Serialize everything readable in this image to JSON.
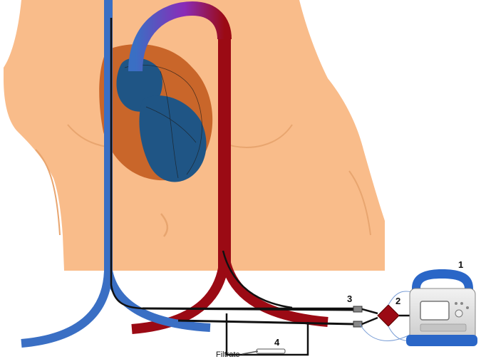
{
  "labels": {
    "machine": "1",
    "oxygenator": "2",
    "pump_connector": "3",
    "filter": "4",
    "filtrate": "Filtrate"
  },
  "colors": {
    "skin": "#F9BC8A",
    "skin_outline": "#E8A56F",
    "venous": "#3A6FC4",
    "arterial": "#9B0A14",
    "aortic_arch_blend": "#8A2BB8",
    "heart": "#C9662A",
    "heart_chamber": "#1F5585",
    "tubing": "#111111",
    "machine_blue": "#2A66C7",
    "machine_gray": "#D9D9D9"
  }
}
